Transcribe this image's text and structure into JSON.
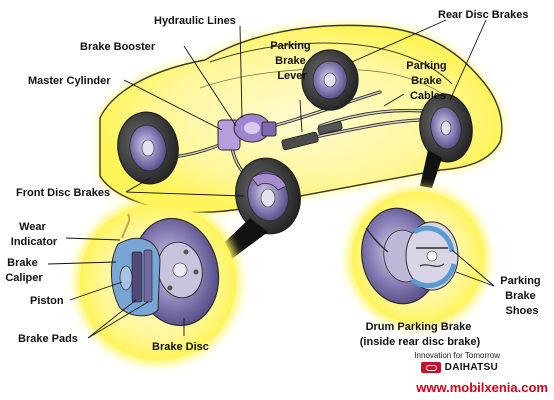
{
  "labels": {
    "hydraulic_lines": "Hydraulic Lines",
    "rear_disc_brakes": "Rear Disc Brakes",
    "brake_booster": "Brake Booster",
    "parking_brake_lever": [
      "Parking",
      "Brake",
      "Lever"
    ],
    "parking_brake_cables": [
      "Parking",
      "Brake",
      "Cables"
    ],
    "master_cylinder": "Master Cylinder",
    "front_disc_brakes": "Front Disc Brakes",
    "wear_indicator": [
      "Wear",
      "Indicator"
    ],
    "brake_caliper": [
      "Brake",
      "Caliper"
    ],
    "piston": "Piston",
    "brake_pads": "Brake Pads",
    "brake_disc": "Brake Disc",
    "parking_brake_shoes": [
      "Parking",
      "Brake",
      "Shoes"
    ],
    "drum_parking_brake": [
      "Drum Parking Brake",
      "(inside rear disc brake)"
    ]
  },
  "brand": {
    "tagline": "Innovation for Tomorrow",
    "logo_text": "DAIHATSU",
    "website": "www.mobilxenia.com"
  },
  "colors": {
    "glow": "#fff45a",
    "body_outline": "#3a3a2a",
    "rotor": "#7d6fae",
    "caliper": "#a98bd0",
    "tire": "#3a3a3a",
    "website": "#d0021b"
  }
}
